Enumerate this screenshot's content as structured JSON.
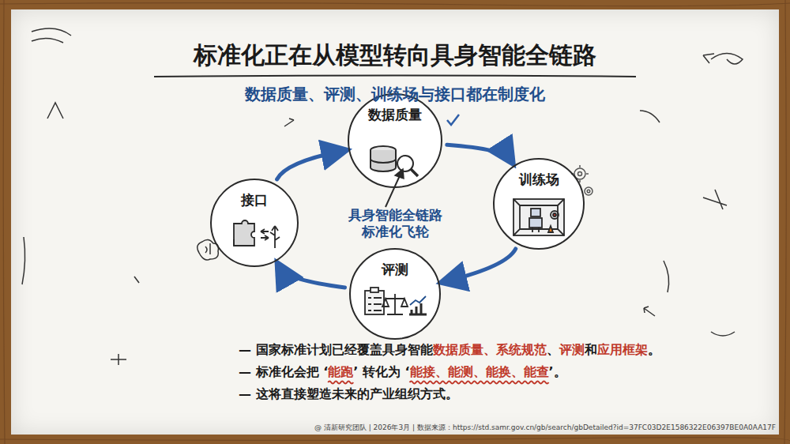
{
  "diagram": {
    "title": "标准化正在从模型转向具身智能全链路",
    "caption": "@ 清新研究团队 | 2026年3月 | 数据来源：https://std.samr.gov.cn/gb/search/gbDetailed?id=37FC03D2E1586322E06397BE0A0AA17F",
    "nodes": [
      {
        "text": [
          "数据质量"
        ]
      },
      {
        "text": [
          "训练场"
        ]
      },
      {
        "text": [
          "评测"
        ]
      },
      {
        "text": [
          "接口"
        ]
      }
    ],
    "edges": [
      {
        "from": 0,
        "to": 1,
        "arrow": "to"
      },
      {
        "from": 1,
        "to": 2,
        "arrow": "to"
      },
      {
        "from": 2,
        "to": 3,
        "arrow": "to"
      },
      {
        "from": 3,
        "to": 0,
        "arrow": "to"
      }
    ],
    "labels": [
      "数据质量、评测、训练场与接口都在制度化",
      "具身智能全链路 标准化飞轮",
      "— 国家标准计划已经覆盖具身智能",
      "数据质量",
      "、",
      "系统规范",
      "、",
      "评测",
      "和",
      "应用框架",
      "。",
      "— 标准化会把 ‘",
      "能跑",
      "’ 转化为 ‘",
      "能接、能测、能换、能查",
      "’。",
      "— 这将直接塑造未来的产业组织方式。"
    ]
  }
}
